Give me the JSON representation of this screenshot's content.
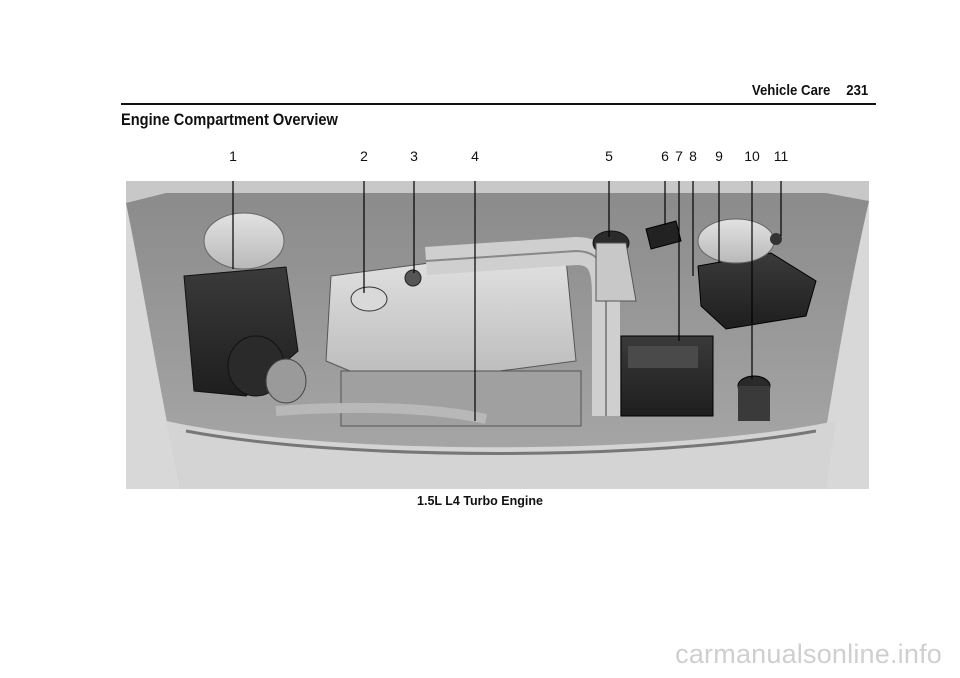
{
  "header": {
    "section": "Vehicle Care",
    "page_number": "231"
  },
  "title": "Engine Compartment Overview",
  "figure": {
    "caption": "1.5L L4 Turbo Engine",
    "callouts": [
      "1",
      "2",
      "3",
      "4",
      "5",
      "6",
      "7",
      "8",
      "9",
      "10",
      "11"
    ]
  },
  "watermark": "carmanualsonline.info"
}
